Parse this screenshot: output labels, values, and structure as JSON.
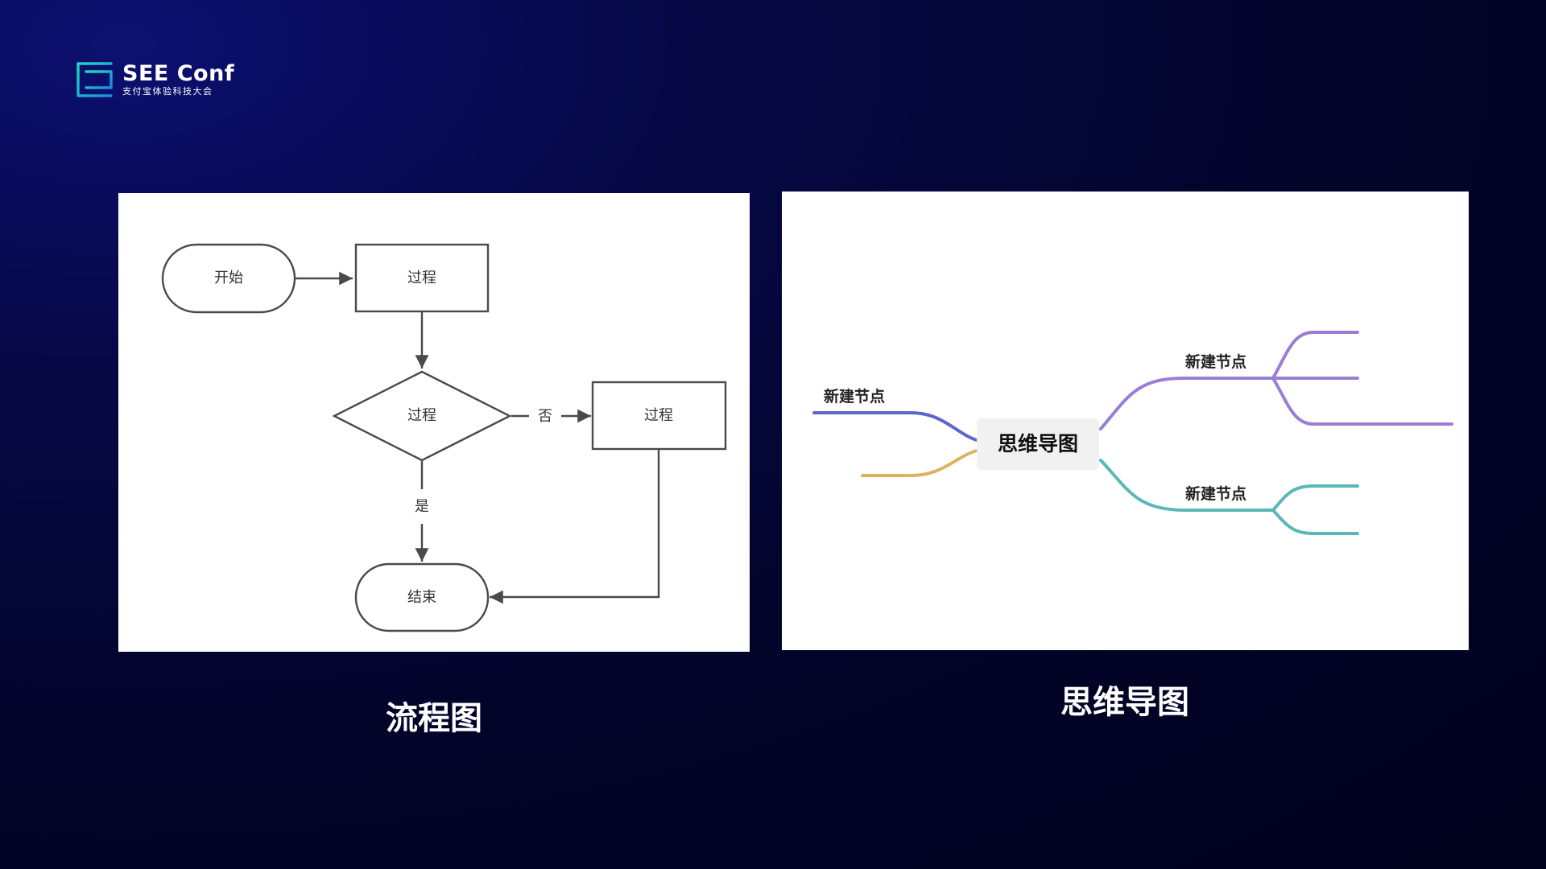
{
  "brand": {
    "name": "SEE Conf",
    "subtitle": "支付宝体验科技大会",
    "colors": {
      "logo_gradient_start": "#1fd8c2",
      "logo_gradient_end": "#1e88e5"
    }
  },
  "flowchart": {
    "nodes": {
      "start": "开始",
      "process_top": "过程",
      "decision": "过程",
      "process_right": "过程",
      "end": "结束"
    },
    "edge_labels": {
      "no": "否",
      "yes": "是"
    },
    "caption": "流程图"
  },
  "mindmap": {
    "center": "思维导图",
    "left_branch_label": "新建节点",
    "right_top_label": "新建节点",
    "right_bottom_label": "新建节点",
    "caption": "思维导图",
    "colors": {
      "left_top": "#5b67c9",
      "left_bottom": "#deb25f",
      "right_top": "#9a7ed4",
      "right_bottom": "#5ab8b5"
    }
  }
}
